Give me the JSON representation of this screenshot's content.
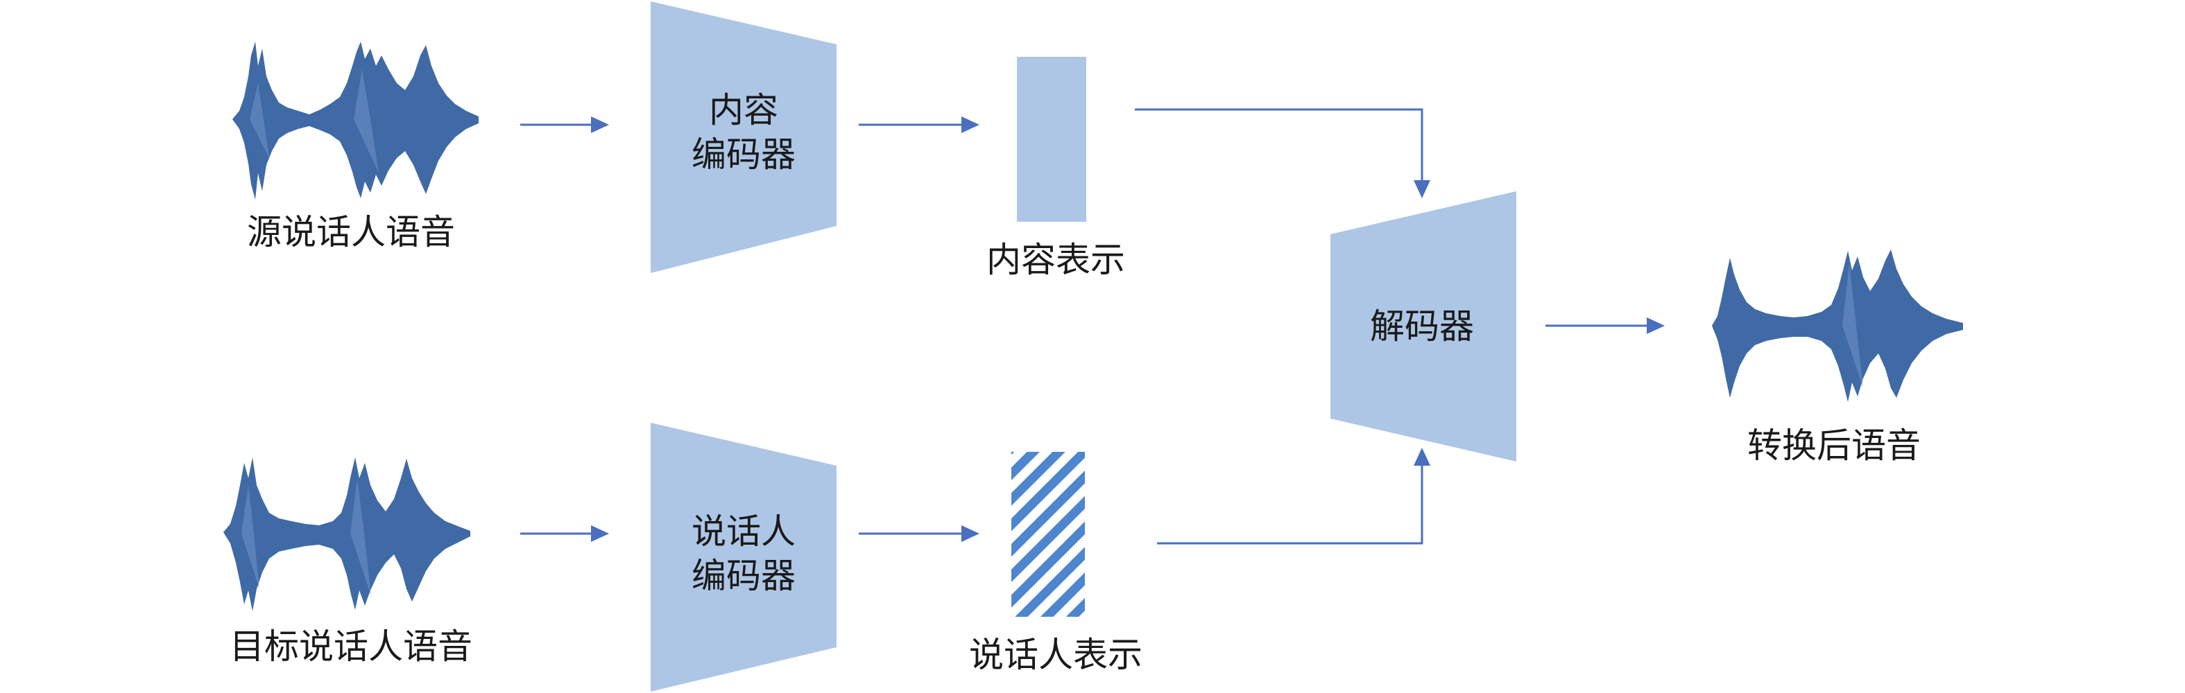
{
  "colors": {
    "shape_fill": "#adc6e5",
    "arrow": "#4a6fbf",
    "waveform": "#3f6aa6",
    "text": "#1a1a1a"
  },
  "waveforms": {
    "source": {
      "label": "源说话人语音"
    },
    "target": {
      "label": "目标说话人语音"
    },
    "output": {
      "label": "转换后语音"
    }
  },
  "blocks": {
    "content_encoder": {
      "line1": "内容",
      "line2": "编码器"
    },
    "speaker_encoder": {
      "line1": "说话人",
      "line2": "编码器"
    },
    "decoder": {
      "label": "解码器"
    }
  },
  "representations": {
    "content": {
      "label": "内容表示",
      "pattern": "solid"
    },
    "speaker": {
      "label": "说话人表示",
      "pattern": "diagonal-stripes"
    }
  }
}
